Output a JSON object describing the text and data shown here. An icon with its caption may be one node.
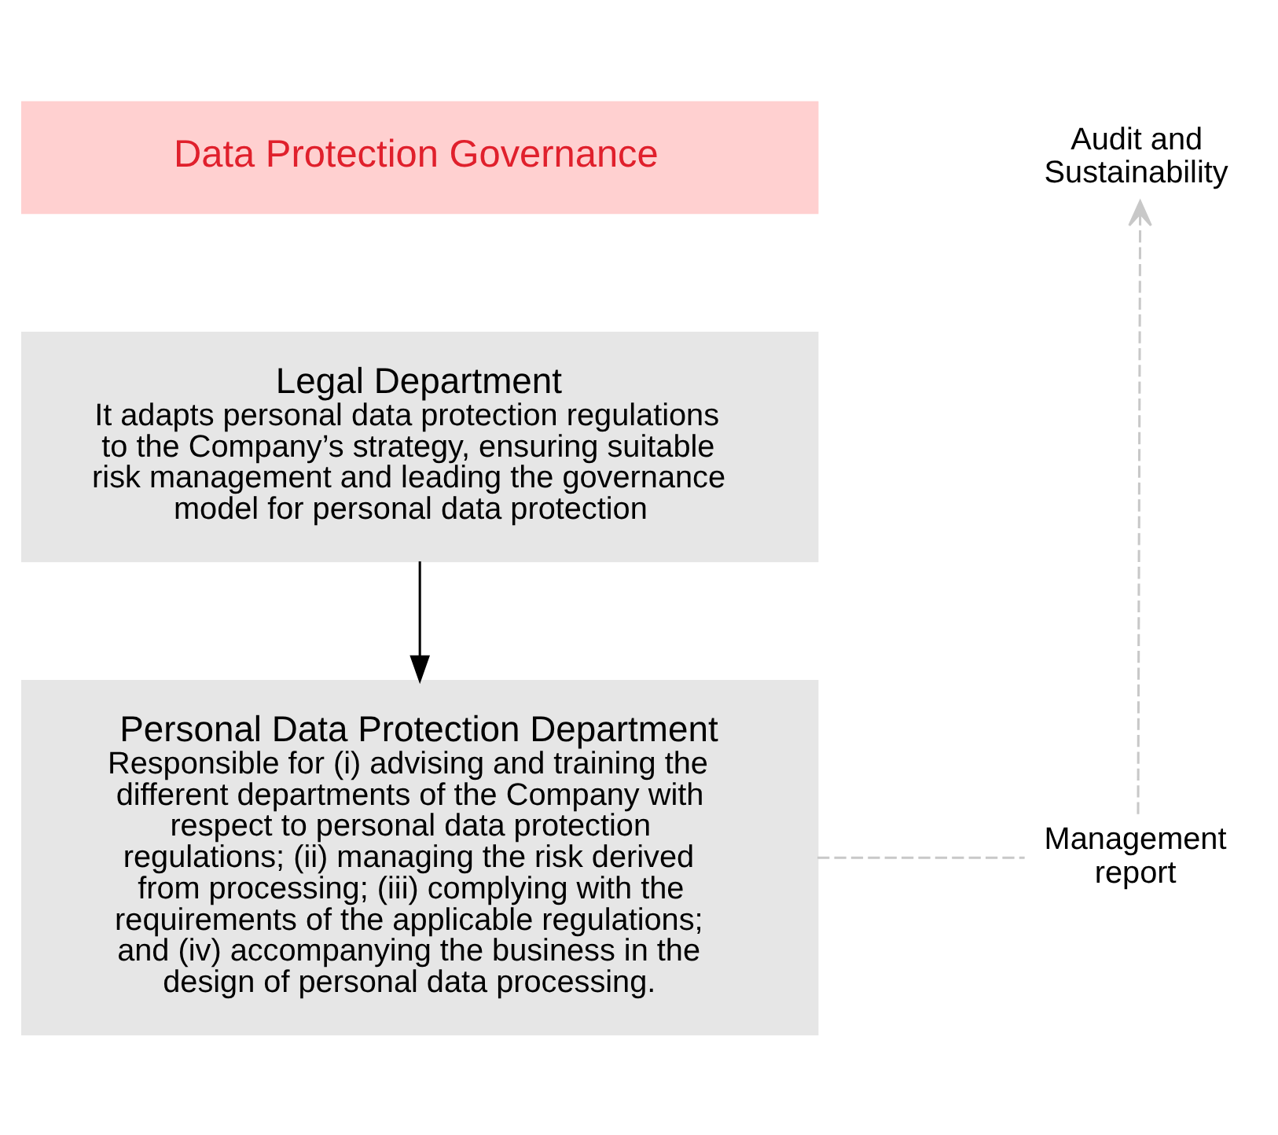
{
  "diagram": {
    "nodes": [
      {
        "text": [
          "Data Protection Governance"
        ]
      },
      {
        "text": [
          "Legal Department",
          "It adapts personal data protection regulations to the Company’s strategy, ensuring suitable risk management and leading the governance model for personal data protection"
        ]
      },
      {
        "text": [
          "Personal Data Protection Department",
          "Responsible for (i) advising and training the different departments of the Company with respect to personal data protection regulations; (ii) managing the risk derived from processing; (iii) complying with the requirements of the applicable regulations; and (iv) accompanying the business in the design of personal data processing."
        ]
      },
      {
        "text": [
          "Management report"
        ]
      },
      {
        "text": [
          "Audit and Sustainability"
        ]
      }
    ],
    "edges": [
      {
        "from": 1,
        "to": 2,
        "arrow": "to",
        "color": "#000000"
      },
      {
        "from": 2,
        "to": 3,
        "arrow": "none",
        "style": "dashed",
        "color": "#c8c8c8"
      },
      {
        "from": 3,
        "to": 4,
        "arrow": "to",
        "style": "dashed",
        "color": "#c8c8c8"
      }
    ]
  }
}
